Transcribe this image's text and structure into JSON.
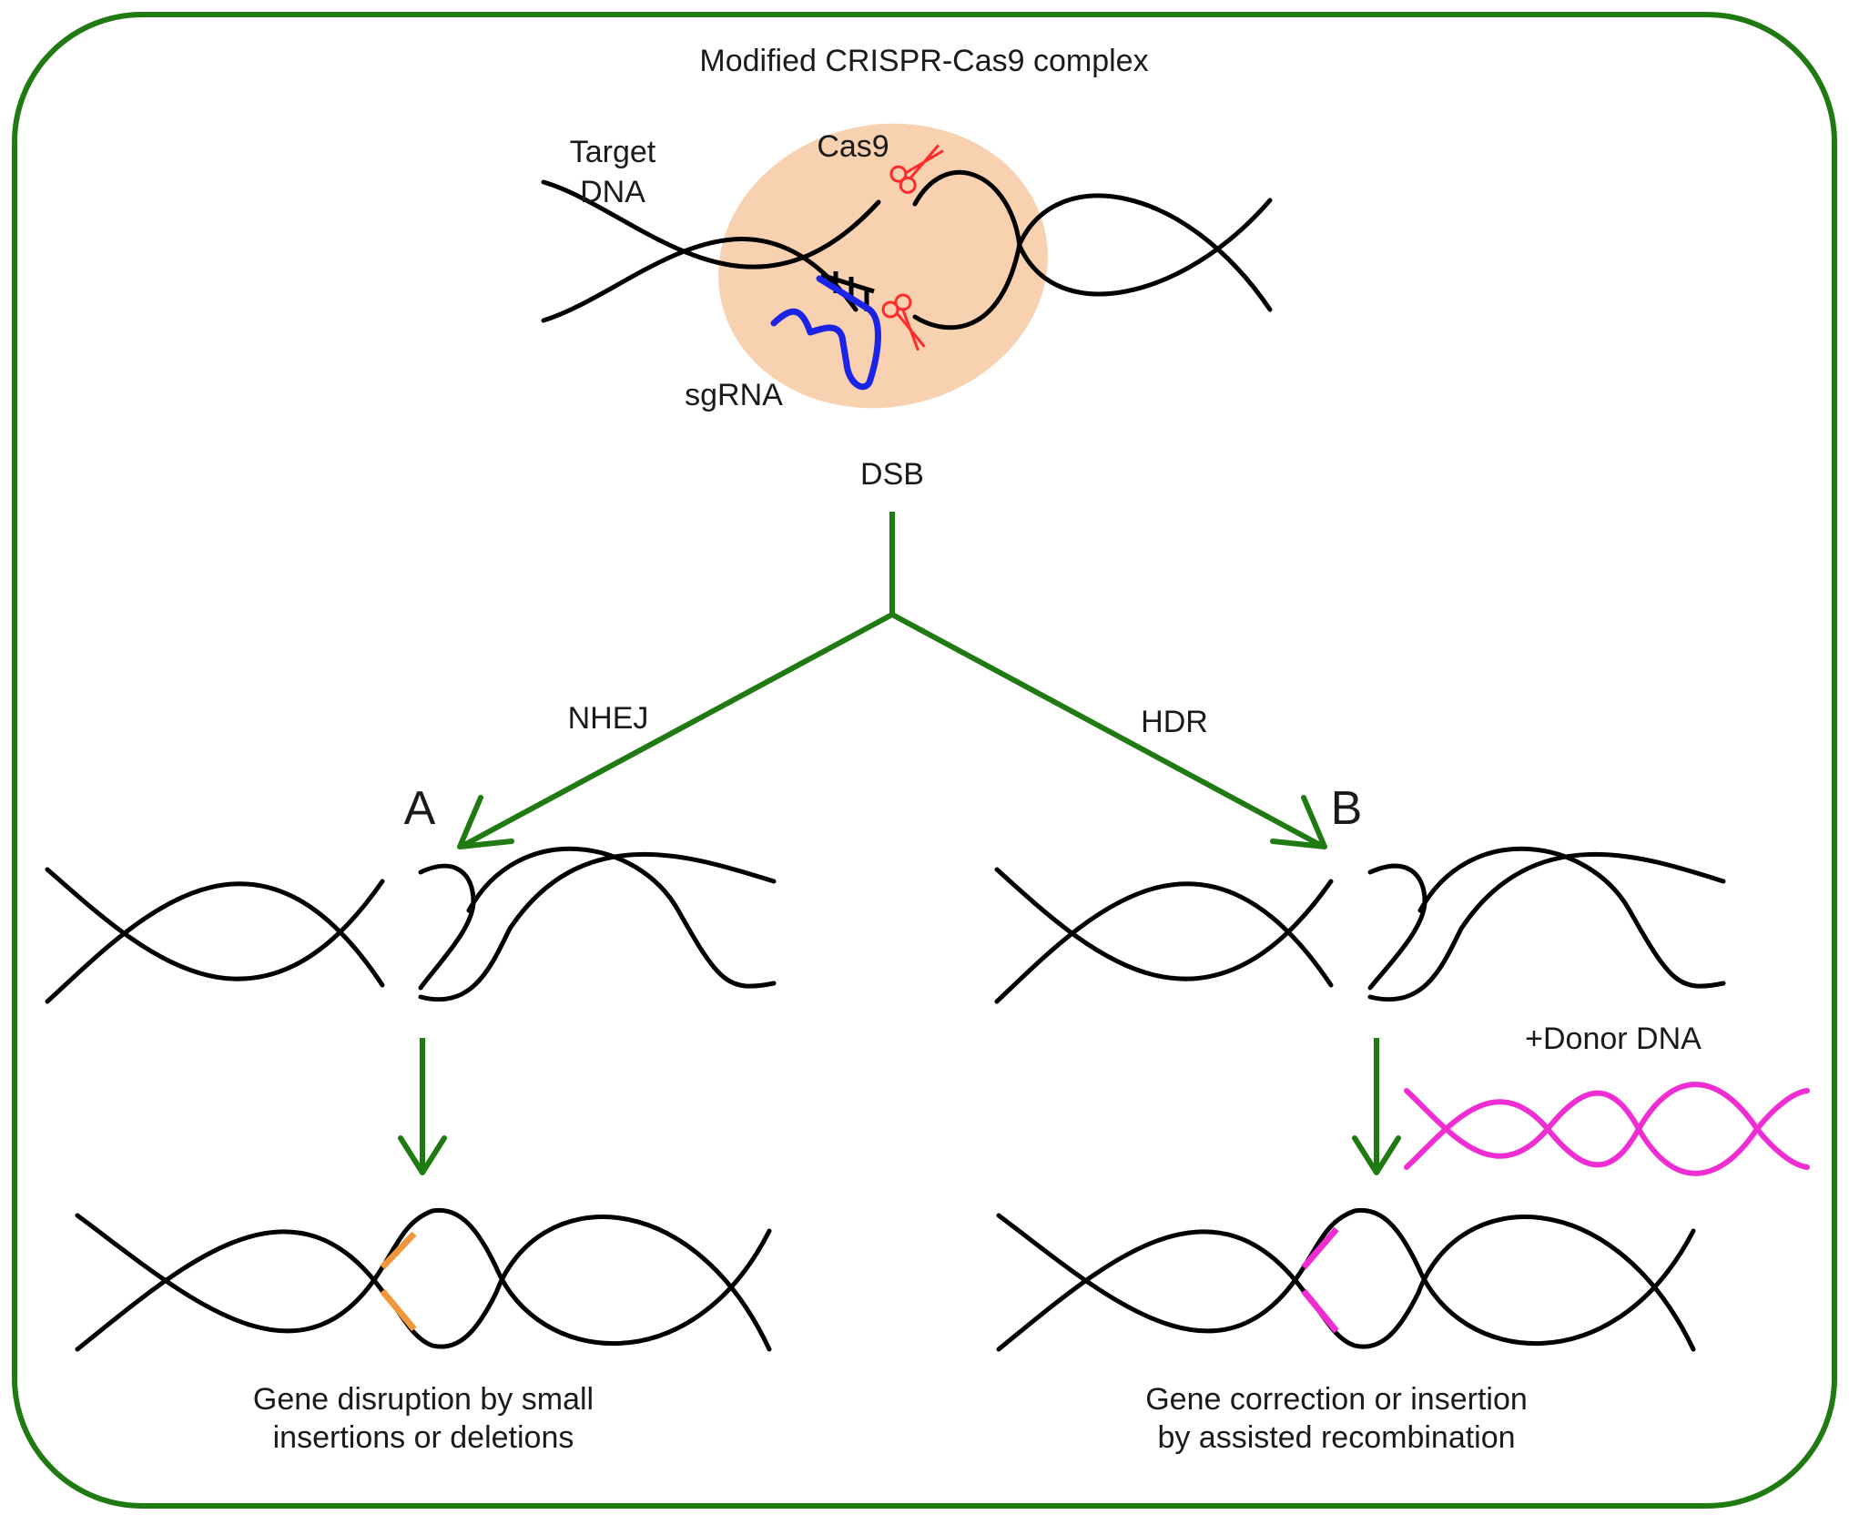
{
  "title": "Modified CRISPR-Cas9 complex",
  "labels": {
    "target_dna_line1": "Target",
    "target_dna_line2": "DNA",
    "cas9": "Cas9",
    "sgrna": "sgRNA",
    "dsb": "DSB",
    "nhej": "NHEJ",
    "hdr": "HDR",
    "panel_a": "A",
    "panel_b": "B",
    "donor_dna": "+Donor DNA"
  },
  "outcomes": {
    "a_line1": "Gene disruption by small",
    "a_line2": "insertions or deletions",
    "b_line1": "Gene correction or insertion",
    "b_line2": "by assisted recombination"
  },
  "colors": {
    "frame": "#1f7a12",
    "arrow": "#1f7a12",
    "cas9_fill": "#f8d1b0",
    "sgrna": "#1a23e6",
    "scissors": "#ff2a2a",
    "indel": "#f0963c",
    "donor": "#ee2ed2",
    "dna": "#000000"
  },
  "icons": [
    "scissors-icon",
    "scissors-icon"
  ]
}
